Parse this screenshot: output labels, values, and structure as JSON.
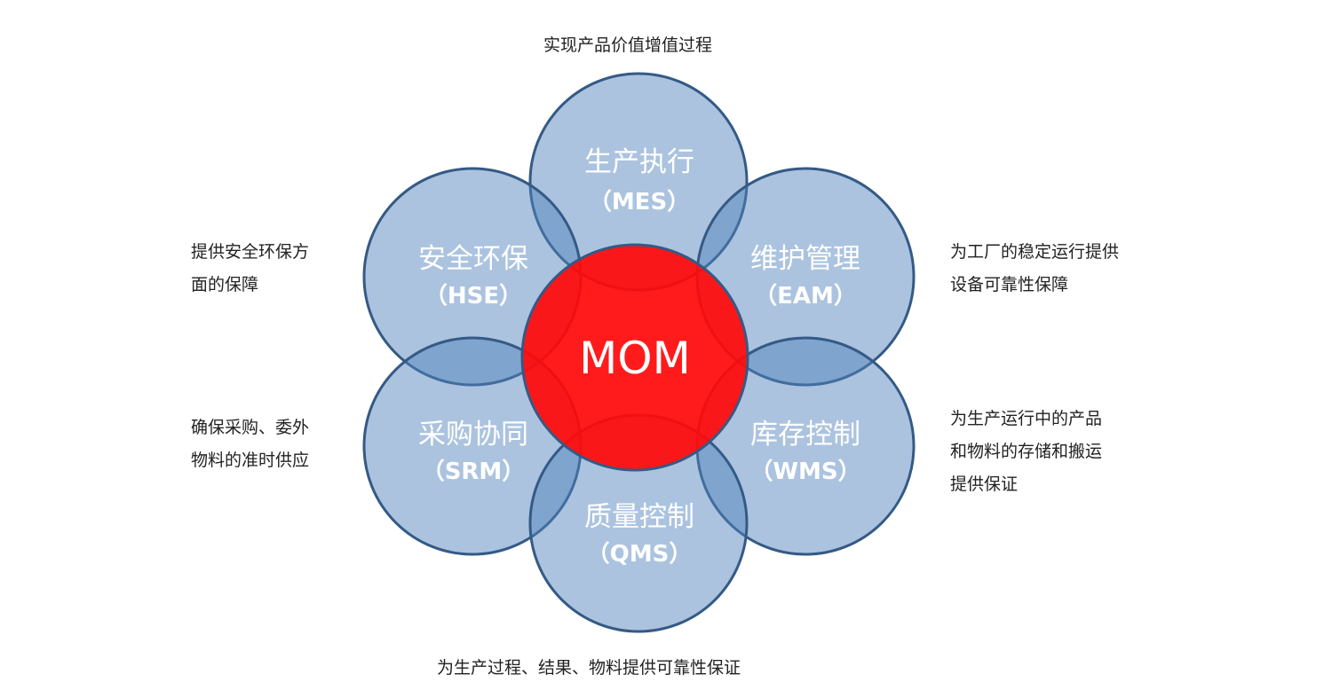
{
  "center": {
    "label": "MOM",
    "color": "#ff1010"
  },
  "petals": [
    {
      "title": "生产执行",
      "abbr": "（MES）"
    },
    {
      "title": "安全环保",
      "abbr": "（HSE）"
    },
    {
      "title": "维护管理",
      "abbr": "（EAM）"
    },
    {
      "title": "采购协同",
      "abbr": "（SRM）"
    },
    {
      "title": "库存控制",
      "abbr": "（WMS）"
    },
    {
      "title": "质量控制",
      "abbr": "（QMS）"
    }
  ],
  "notes": {
    "top": "实现产品价值增值过程",
    "hse": "提供安全环保方\n面的保障",
    "eam": "为工厂的稳定运行提供\n设备可靠性保障",
    "srm": "确保采购、委外\n物料的准时供应",
    "wms": "为生产运行中的产品\n和物料的存储和搬运\n提供保证",
    "bottom": "为生产过程、结果、物料提供可靠性保证"
  },
  "colors": {
    "petal": "#a8c0df",
    "outline": "#345a85"
  }
}
